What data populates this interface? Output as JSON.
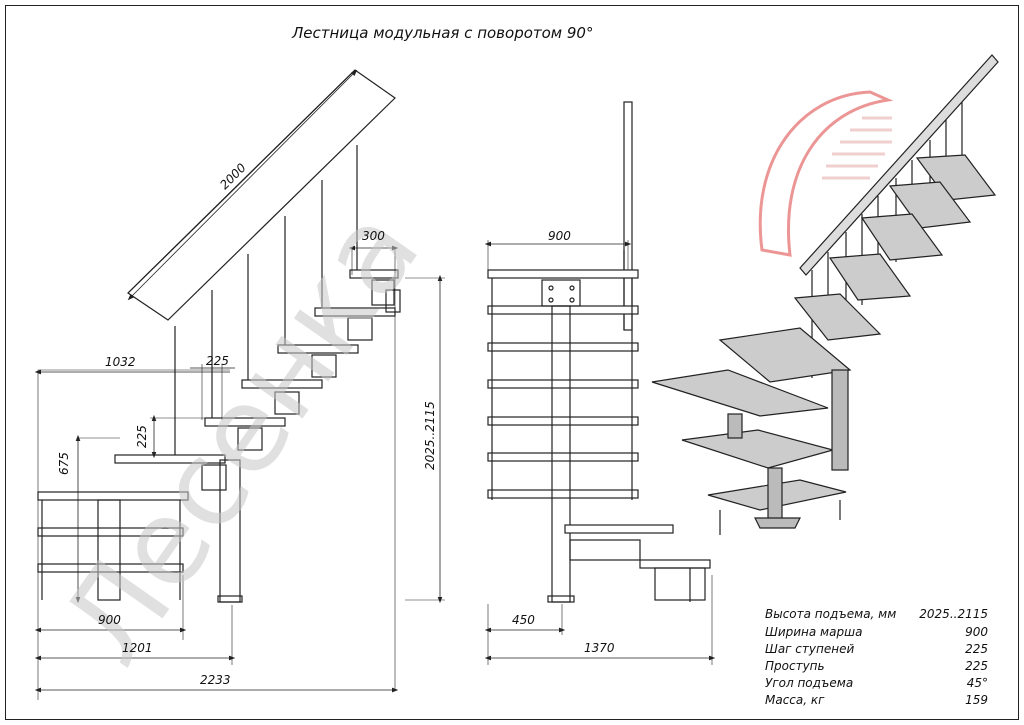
{
  "title": "Лестница модульная с поворотом 90°",
  "watermark": "Лесенка",
  "dimensions": {
    "rail_length": "2000",
    "top_step": "300",
    "landing_width": "1032",
    "step_pitch": "225",
    "rise_pitch": "225",
    "lower_height": "675",
    "total_height": "2025..2115",
    "front_width": "900",
    "side_width": "900",
    "side_offset": "450",
    "side_length": "1370",
    "bottom_900": "900",
    "bottom_1201": "1201",
    "bottom_2233": "2233"
  },
  "specs": [
    {
      "label": "Высота подъема, мм",
      "value": "2025..2115"
    },
    {
      "label": "Ширина марша",
      "value": "900"
    },
    {
      "label": "Шаг ступеней",
      "value": "225"
    },
    {
      "label": "Проступь",
      "value": "225"
    },
    {
      "label": "Угол подъема",
      "value": "45°"
    },
    {
      "label": "Масса, кг",
      "value": "159"
    }
  ],
  "colors": {
    "line": "#222222",
    "watermark": "#c8c8c8",
    "logo": "#e05050"
  }
}
